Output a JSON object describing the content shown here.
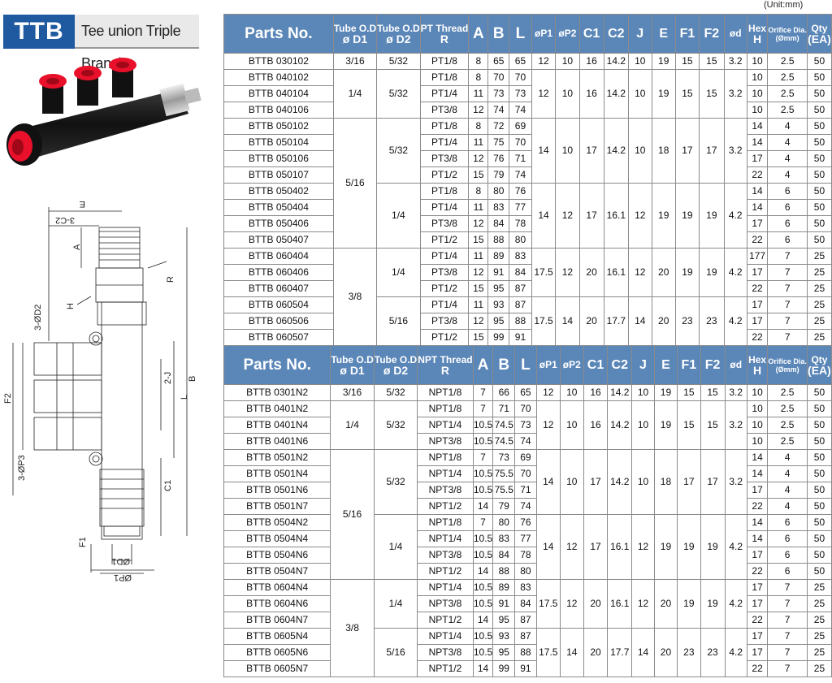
{
  "header": {
    "code": "TTB",
    "title": "Tee union Triple Branch",
    "unit": "(Unit:mm)"
  },
  "colors": {
    "header_blue": "#5a86b8",
    "badge_blue": "#1f5aa0",
    "fitting_red": "#e8102a"
  },
  "drawing_labels": {
    "E": "E",
    "C2": "3-C2",
    "A": "A",
    "R": "R",
    "H": "H",
    "D2": "3-ØD2",
    "J": "2-J",
    "L": "L",
    "B": "B",
    "F2": "F2",
    "P3": "3-ØP3",
    "C1": "C1",
    "F1": "F1",
    "D1": "ØD1",
    "P1": "ØP1"
  },
  "table1": {
    "headers": {
      "parts": "Parts No.",
      "d1_top": "Tube O.D",
      "d1_bot": "ø D1",
      "d2_top": "Tube O.D",
      "d2_bot": "ø D2",
      "r_top": "PT Thread",
      "r_bot": "R",
      "A": "A",
      "B": "B",
      "L": "L",
      "P1": "øP1",
      "P2": "øP2",
      "C1": "C1",
      "C2": "C2",
      "J": "J",
      "E": "E",
      "F1": "F1",
      "F2": "F2",
      "d": "ød",
      "h_top": "Hex",
      "h_bot": "H",
      "orf_top": "Orifice Dia.",
      "orf_bot": "(Ømm)",
      "qty_top": "Qty",
      "qty_bot": "(EA)"
    },
    "rows": [
      {
        "pn": "BTTB 030102",
        "d1": "3/16",
        "d2": "5/32",
        "r": "PT1/8",
        "a": "8",
        "b": "65",
        "l": "65",
        "p1": "12",
        "p2": "10",
        "c1": "16",
        "c2": "14.2",
        "j": "10",
        "e": "19",
        "f1": "15",
        "f2": "15",
        "d": "3.2",
        "h": "10",
        "o": "2.5",
        "q": "50"
      },
      {
        "pn": "BTTB 040102",
        "r": "PT1/8",
        "a": "8",
        "b": "70",
        "l": "70",
        "h": "10",
        "o": "2.5",
        "q": "50"
      },
      {
        "pn": "BTTB 040104",
        "r": "PT1/4",
        "a": "11",
        "b": "73",
        "l": "73",
        "h": "10",
        "o": "2.5",
        "q": "50"
      },
      {
        "pn": "BTTB 040106",
        "r": "PT3/8",
        "a": "12",
        "b": "74",
        "l": "74",
        "h": "10",
        "o": "2.5",
        "q": "50"
      },
      {
        "pn": "BTTB 050102",
        "r": "PT1/8",
        "a": "8",
        "b": "72",
        "l": "69",
        "h": "14",
        "o": "4",
        "q": "50"
      },
      {
        "pn": "BTTB 050104",
        "r": "PT1/4",
        "a": "11",
        "b": "75",
        "l": "70",
        "h": "14",
        "o": "4",
        "q": "50"
      },
      {
        "pn": "BTTB 050106",
        "r": "PT3/8",
        "a": "12",
        "b": "76",
        "l": "71",
        "h": "17",
        "o": "4",
        "q": "50"
      },
      {
        "pn": "BTTB 050107",
        "r": "PT1/2",
        "a": "15",
        "b": "79",
        "l": "74",
        "h": "22",
        "o": "4",
        "q": "50"
      },
      {
        "pn": "BTTB 050402",
        "r": "PT1/8",
        "a": "8",
        "b": "80",
        "l": "76",
        "h": "14",
        "o": "6",
        "q": "50"
      },
      {
        "pn": "BTTB 050404",
        "r": "PT1/4",
        "a": "11",
        "b": "83",
        "l": "77",
        "h": "14",
        "o": "6",
        "q": "50"
      },
      {
        "pn": "BTTB 050406",
        "r": "PT3/8",
        "a": "12",
        "b": "84",
        "l": "78",
        "h": "17",
        "o": "6",
        "q": "50"
      },
      {
        "pn": "BTTB 050407",
        "r": "PT1/2",
        "a": "15",
        "b": "88",
        "l": "80",
        "h": "22",
        "o": "6",
        "q": "50"
      },
      {
        "pn": "BTTB 060404",
        "r": "PT1/4",
        "a": "11",
        "b": "89",
        "l": "83",
        "h": "177",
        "o": "7",
        "q": "25"
      },
      {
        "pn": "BTTB 060406",
        "r": "PT3/8",
        "a": "12",
        "b": "91",
        "l": "84",
        "h": "17",
        "o": "7",
        "q": "25"
      },
      {
        "pn": "BTTB 060407",
        "r": "PT1/2",
        "a": "15",
        "b": "95",
        "l": "87",
        "h": "22",
        "o": "7",
        "q": "25"
      },
      {
        "pn": "BTTB 060504",
        "r": "PT1/4",
        "a": "11",
        "b": "93",
        "l": "87",
        "h": "17",
        "o": "7",
        "q": "25"
      },
      {
        "pn": "BTTB 060506",
        "r": "PT3/8",
        "a": "12",
        "b": "95",
        "l": "88",
        "h": "17",
        "o": "7",
        "q": "25"
      },
      {
        "pn": "BTTB 060507",
        "r": "PT1/2",
        "a": "15",
        "b": "99",
        "l": "91",
        "h": "22",
        "o": "7",
        "q": "25"
      }
    ],
    "groups": {
      "d1_040": "1/4",
      "d1_050": "5/16",
      "d1_060": "3/8",
      "d2_040": "5/32",
      "d2_0501": "5/32",
      "d2_0504": "1/4",
      "d2_0604": "1/4",
      "d2_0605": "5/16",
      "g040": {
        "p1": "12",
        "p2": "10",
        "c1": "16",
        "c2": "14.2",
        "j": "10",
        "e": "19",
        "f1": "15",
        "f2": "15",
        "d": "3.2"
      },
      "g0501": {
        "p1": "14",
        "p2": "10",
        "c1": "17",
        "c2": "14.2",
        "j": "10",
        "e": "18",
        "f1": "17",
        "f2": "17",
        "d": "3.2"
      },
      "g0504": {
        "p1": "14",
        "p2": "12",
        "c1": "17",
        "c2": "16.1",
        "j": "12",
        "e": "19",
        "f1": "19",
        "f2": "19",
        "d": "4.2"
      },
      "g0604": {
        "p1": "17.5",
        "p2": "12",
        "c1": "20",
        "c2": "16.1",
        "j": "12",
        "e": "20",
        "f1": "19",
        "f2": "19",
        "d": "4.2"
      },
      "g0605": {
        "p1": "17.5",
        "p2": "14",
        "c1": "20",
        "c2": "17.7",
        "j": "14",
        "e": "20",
        "f1": "23",
        "f2": "23",
        "d": "4.2"
      }
    }
  },
  "table2": {
    "headers": {
      "r_top": "NPT Thread",
      "r_bot": "R"
    },
    "rows": [
      {
        "pn": "BTTB 0301N2",
        "d1": "3/16",
        "d2": "5/32",
        "r": "NPT1/8",
        "a": "7",
        "b": "66",
        "l": "65",
        "p1": "12",
        "p2": "10",
        "c1": "16",
        "c2": "14.2",
        "j": "10",
        "e": "19",
        "f1": "15",
        "f2": "15",
        "d": "3.2",
        "h": "10",
        "o": "2.5",
        "q": "50"
      },
      {
        "pn": "BTTB 0401N2",
        "r": "NPT1/8",
        "a": "7",
        "b": "71",
        "l": "70",
        "h": "10",
        "o": "2.5",
        "q": "50"
      },
      {
        "pn": "BTTB 0401N4",
        "r": "NPT1/4",
        "a": "10.5",
        "b": "74.5",
        "l": "73",
        "h": "10",
        "o": "2.5",
        "q": "50"
      },
      {
        "pn": "BTTB 0401N6",
        "r": "NPT3/8",
        "a": "10.5",
        "b": "74.5",
        "l": "74",
        "h": "10",
        "o": "2.5",
        "q": "50"
      },
      {
        "pn": "BTTB 0501N2",
        "r": "NPT1/8",
        "a": "7",
        "b": "73",
        "l": "69",
        "h": "14",
        "o": "4",
        "q": "50"
      },
      {
        "pn": "BTTB 0501N4",
        "r": "NPT1/4",
        "a": "10.5",
        "b": "75.5",
        "l": "70",
        "h": "14",
        "o": "4",
        "q": "50"
      },
      {
        "pn": "BTTB 0501N6",
        "r": "NPT3/8",
        "a": "10.5",
        "b": "75.5",
        "l": "71",
        "h": "17",
        "o": "4",
        "q": "50"
      },
      {
        "pn": "BTTB 0501N7",
        "r": "NPT1/2",
        "a": "14",
        "b": "79",
        "l": "74",
        "h": "22",
        "o": "4",
        "q": "50"
      },
      {
        "pn": "BTTB 0504N2",
        "r": "NPT1/8",
        "a": "7",
        "b": "80",
        "l": "76",
        "h": "14",
        "o": "6",
        "q": "50"
      },
      {
        "pn": "BTTB 0504N4",
        "r": "NPT1/4",
        "a": "10.5",
        "b": "83",
        "l": "77",
        "h": "14",
        "o": "6",
        "q": "50"
      },
      {
        "pn": "BTTB 0504N6",
        "r": "NPT3/8",
        "a": "10.5",
        "b": "84",
        "l": "78",
        "h": "17",
        "o": "6",
        "q": "50"
      },
      {
        "pn": "BTTB 0504N7",
        "r": "NPT1/2",
        "a": "14",
        "b": "88",
        "l": "80",
        "h": "22",
        "o": "6",
        "q": "50"
      },
      {
        "pn": "BTTB 0604N4",
        "r": "NPT1/4",
        "a": "10.5",
        "b": "89",
        "l": "83",
        "h": "17",
        "o": "7",
        "q": "25"
      },
      {
        "pn": "BTTB 0604N6",
        "r": "NPT3/8",
        "a": "10.5",
        "b": "91",
        "l": "84",
        "h": "17",
        "o": "7",
        "q": "25"
      },
      {
        "pn": "BTTB 0604N7",
        "r": "NPT1/2",
        "a": "14",
        "b": "95",
        "l": "87",
        "h": "22",
        "o": "7",
        "q": "25"
      },
      {
        "pn": "BTTB 0605N4",
        "r": "NPT1/4",
        "a": "10.5",
        "b": "93",
        "l": "87",
        "h": "17",
        "o": "7",
        "q": "25"
      },
      {
        "pn": "BTTB 0605N6",
        "r": "NPT3/8",
        "a": "10.5",
        "b": "95",
        "l": "88",
        "h": "17",
        "o": "7",
        "q": "25"
      },
      {
        "pn": "BTTB 0605N7",
        "r": "NPT1/2",
        "a": "14",
        "b": "99",
        "l": "91",
        "h": "22",
        "o": "7",
        "q": "25"
      }
    ]
  }
}
